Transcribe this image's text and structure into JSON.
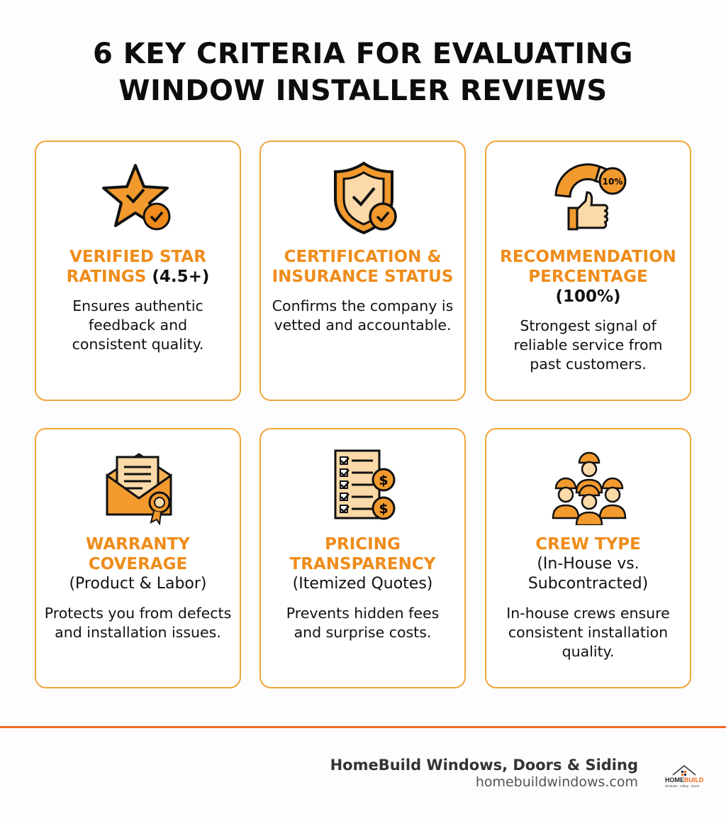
{
  "title": "6 KEY CRITERIA FOR EVALUATING\nWINDOW INSTALLER REVIEWS",
  "colors": {
    "accent": "#ef8c1a",
    "border": "#f2a53a",
    "rule": "#f26a22"
  },
  "cards": [
    {
      "icon": "star-check-icon",
      "title": "VERIFIED STAR\nRATINGS",
      "suffix": " (4.5+)",
      "subtitle": "",
      "desc": "Ensures authentic\nfeedback and\nconsistent quality."
    },
    {
      "icon": "shield-check-icon",
      "title": "CERTIFICATION &\nINSURANCE STATUS",
      "suffix": "",
      "subtitle": "",
      "desc": "Confirms the company is\nvetted and accountable."
    },
    {
      "icon": "gauge-thumbs-up-icon",
      "title": "RECOMMENDATION\nPERCENTAGE",
      "suffix": " (100%)",
      "subtitle": "",
      "badge": "10%",
      "desc": "Strongest signal of\nreliable service from\npast customers."
    },
    {
      "icon": "envelope-certificate-icon",
      "title": "WARRANTY\nCOVERAGE",
      "suffix": "",
      "subtitle": "(Product & Labor)",
      "desc": "Protects you from defects\nand installation issues."
    },
    {
      "icon": "checklist-dollar-icon",
      "title": "PRICING\nTRANSPARENCY",
      "suffix": "",
      "subtitle": "(Itemized Quotes)",
      "desc": "Prevents hidden fees\nand surprise costs."
    },
    {
      "icon": "crew-workers-icon",
      "title": "CREW TYPE",
      "suffix": "",
      "subtitle": "(In-House vs.\nSubcontracted)",
      "desc": "In-house crews ensure\nconsistent installation\nquality."
    }
  ],
  "footer": {
    "company": "HomeBuild Windows, Doors & Siding",
    "url": "homebuildwindows.com",
    "logo_text": "HOMEBUILD",
    "logo_tagline": "windows · siding · doors"
  }
}
